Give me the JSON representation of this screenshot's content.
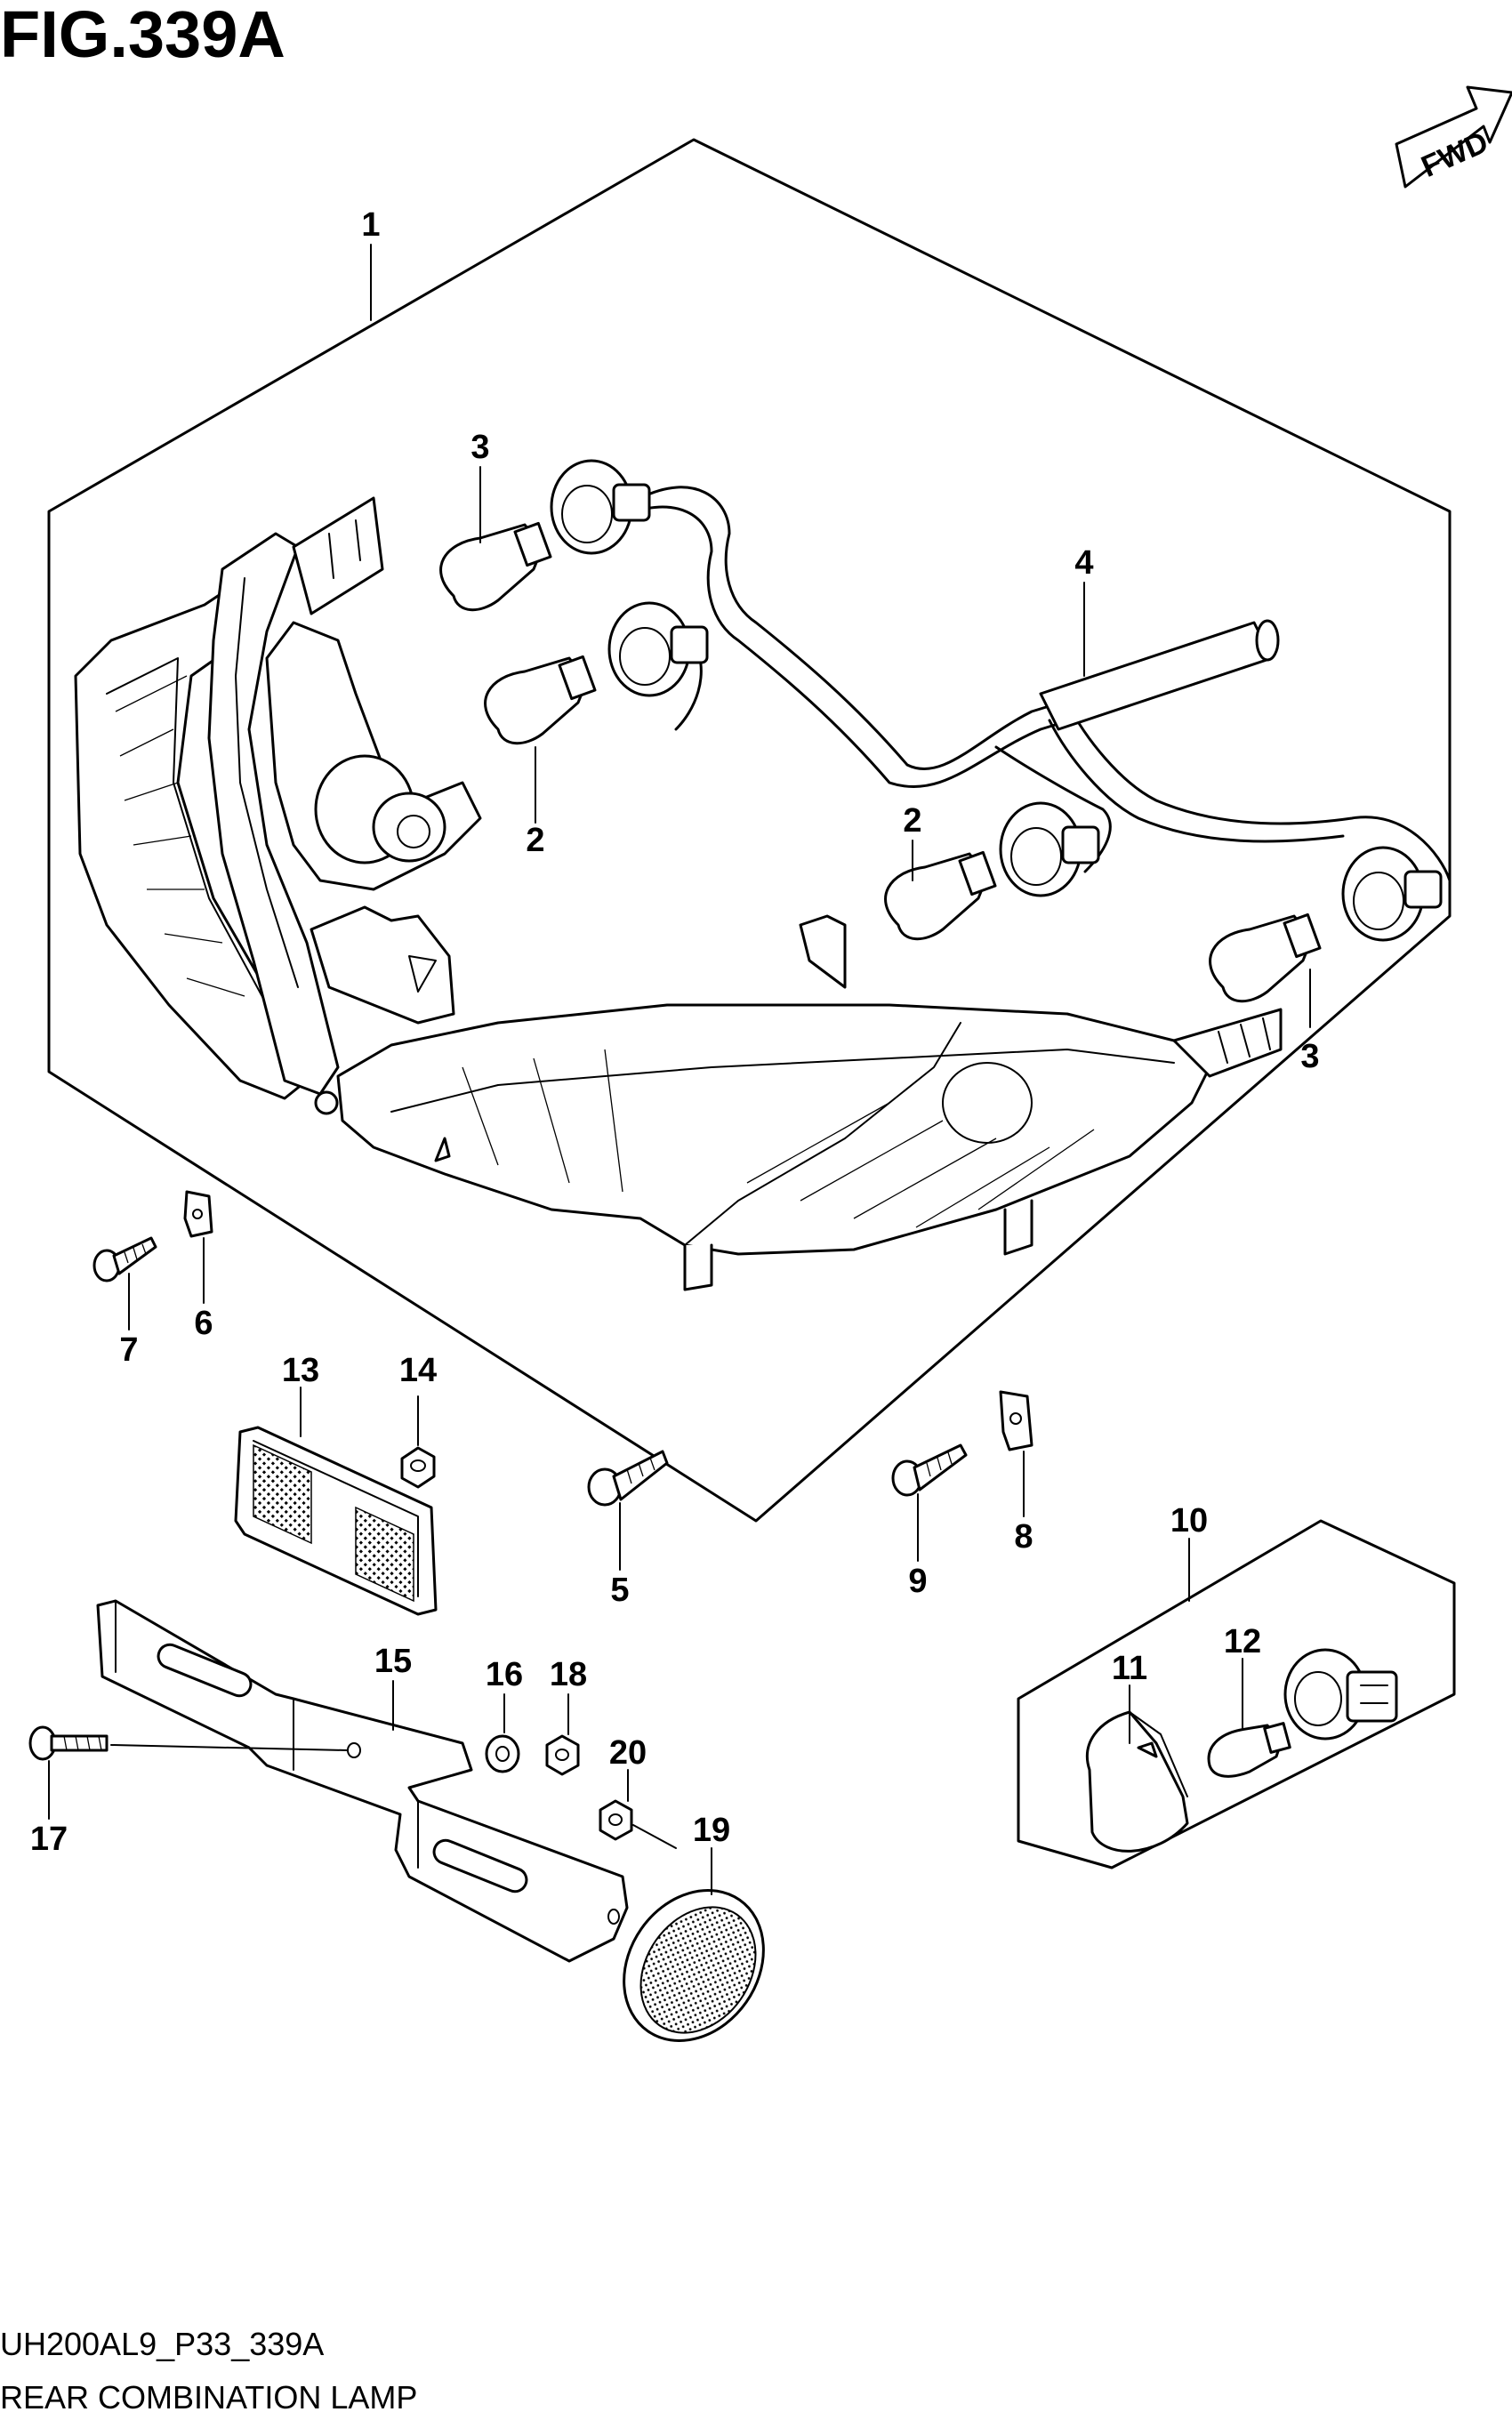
{
  "figure": {
    "title": "FIG.339A",
    "fwd_label": "FWD",
    "drawing_code": "UH200AL9_P33_339A",
    "caption": "REAR COMBINATION LAMP"
  },
  "callouts": [
    {
      "id": "c1",
      "text": "1"
    },
    {
      "id": "c2a",
      "text": "2"
    },
    {
      "id": "c2b",
      "text": "2"
    },
    {
      "id": "c3a",
      "text": "3"
    },
    {
      "id": "c3b",
      "text": "3"
    },
    {
      "id": "c4",
      "text": "4"
    },
    {
      "id": "c5",
      "text": "5"
    },
    {
      "id": "c6",
      "text": "6"
    },
    {
      "id": "c7",
      "text": "7"
    },
    {
      "id": "c8",
      "text": "8"
    },
    {
      "id": "c9",
      "text": "9"
    },
    {
      "id": "c10",
      "text": "10"
    },
    {
      "id": "c11",
      "text": "11"
    },
    {
      "id": "c12",
      "text": "12"
    },
    {
      "id": "c13",
      "text": "13"
    },
    {
      "id": "c14",
      "text": "14"
    },
    {
      "id": "c15",
      "text": "15"
    },
    {
      "id": "c16",
      "text": "16"
    },
    {
      "id": "c17",
      "text": "17"
    },
    {
      "id": "c18",
      "text": "18"
    },
    {
      "id": "c19",
      "text": "19"
    },
    {
      "id": "c20",
      "text": "20"
    }
  ]
}
